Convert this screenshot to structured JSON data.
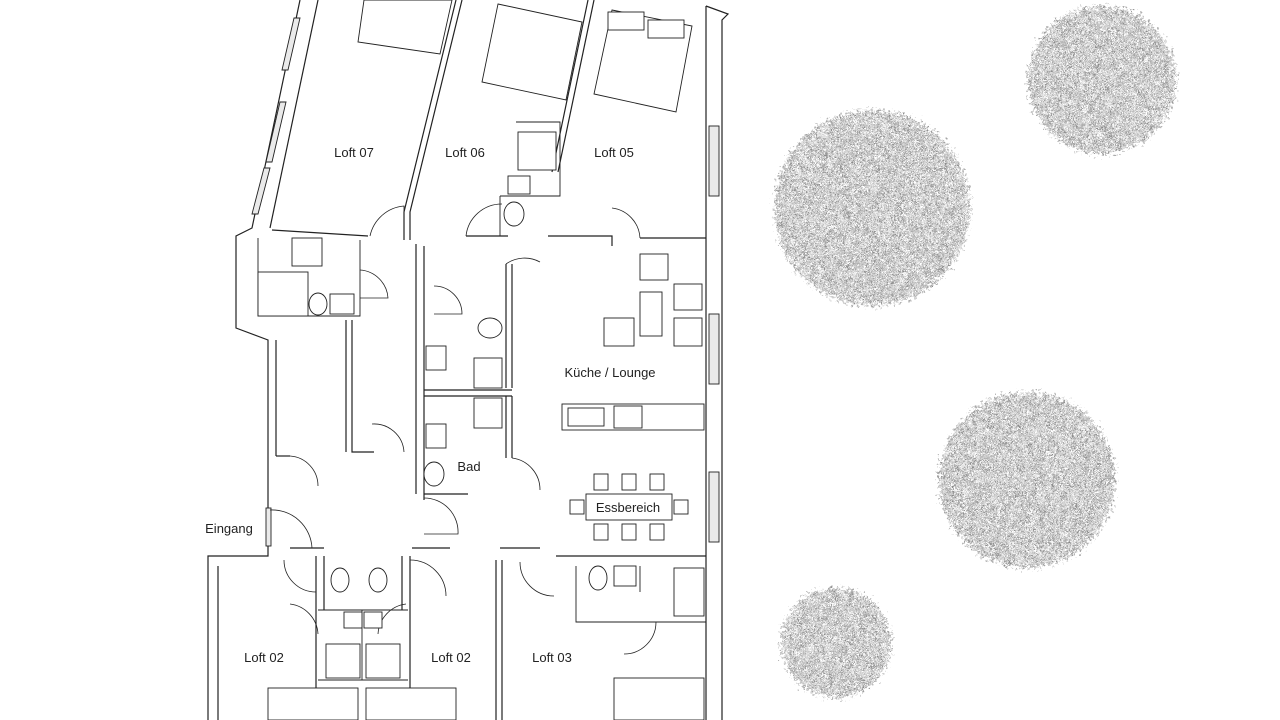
{
  "plan": {
    "rooms": {
      "loft07": "Loft 07",
      "loft06": "Loft 06",
      "loft05": "Loft 05",
      "kitchen": "Küche / Lounge",
      "bath": "Bad",
      "dining": "Essbereich",
      "entrance": "Eingang",
      "loft02a": "Loft 02",
      "loft02b": "Loft 02",
      "loft03": "Loft 03"
    },
    "trees": [
      "tree",
      "tree",
      "tree",
      "tree"
    ],
    "wall_color": "#222222",
    "tree_color": "#8a8a8a"
  }
}
